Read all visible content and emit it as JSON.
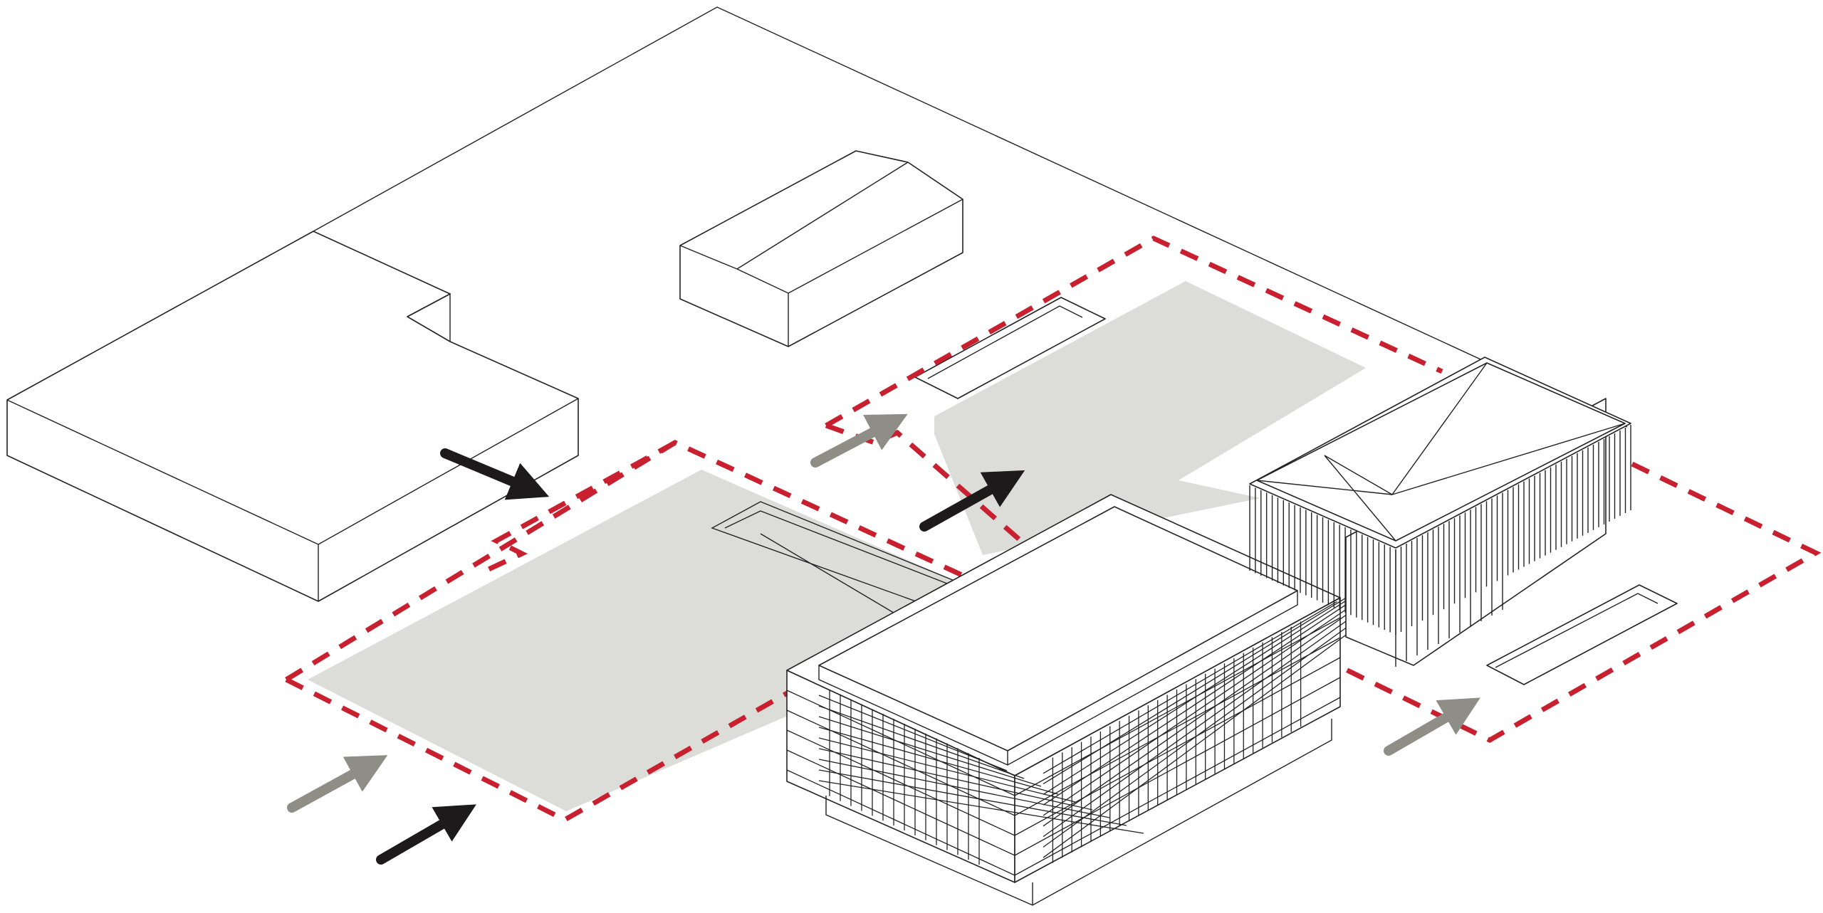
{
  "colors": {
    "background": "#ffffff",
    "line": "#222222",
    "site_boundary": "#c8202f",
    "plaza_fill": "#dcdcd8",
    "primary_access_arrow": "#1c1a1a",
    "secondary_access_arrow": "#8e8e86"
  },
  "elements": {
    "site_boundaries": 2,
    "plazas": 2,
    "primary_access_arrows": 3,
    "secondary_access_arrows": 3
  }
}
